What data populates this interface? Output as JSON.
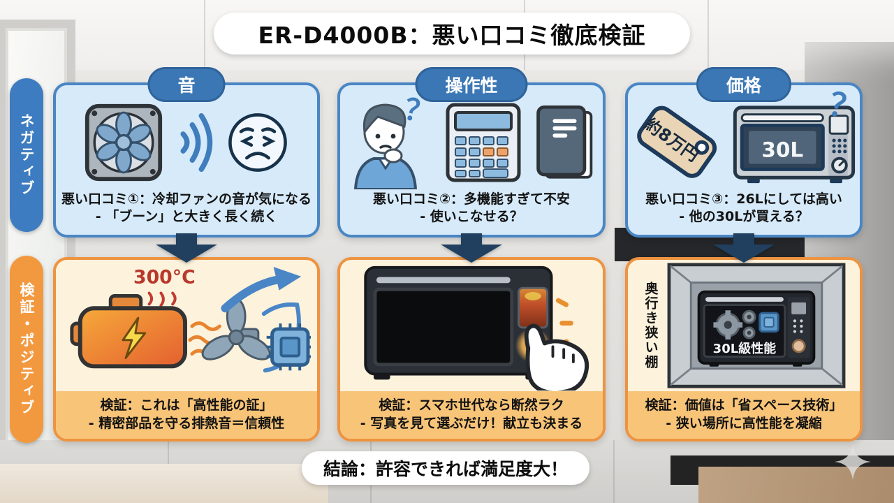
{
  "title": "ER-D4000B：悪い口コミ徹底検証",
  "conclusion": "結論：許容できれば満足度大！",
  "side_labels": {
    "negative": "ネガティブ",
    "positive": "検証・ポジティブ"
  },
  "colors": {
    "accent_blue": "#3b77b5",
    "card_blue_bg": "#d6eaf9",
    "card_blue_border": "#4b86c4",
    "accent_orange": "#ee9340",
    "card_orange_bg": "#fdf2dc",
    "verify_band_orange": "#f8c478",
    "arrow_navy": "#21405f",
    "temperature_red": "#b8392b"
  },
  "columns": [
    {
      "header": "音",
      "complaint": {
        "line1": "悪い口コミ①：冷却ファンの音が気になる",
        "line2": "- 「ブーン」と大きく長く続く"
      },
      "verification": {
        "line1": "検証：これは「高性能の証」",
        "line2": "- 精密部品を守る排熱音＝信頼性"
      },
      "labels": {
        "temperature": "300°C"
      }
    },
    {
      "header": "操作性",
      "complaint": {
        "line1": "悪い口コミ②：多機能すぎて不安",
        "line2": "- 使いこなせる？"
      },
      "verification": {
        "line1": "検証：スマホ世代なら断然ラク",
        "line2": "- 写真を見て選ぶだけ！献立も決まる"
      },
      "labels": {
        "question": "？"
      }
    },
    {
      "header": "価格",
      "complaint": {
        "line1": "悪い口コミ③：26Lにしては高い",
        "line2": "- 他の30Lが買える？"
      },
      "verification": {
        "line1": "検証：価値は「省スペース技術」",
        "line2": "- 狭い場所に高性能を凝縮"
      },
      "labels": {
        "question": "？",
        "price_tag": "約8万円",
        "capacity": "30L",
        "shelf": "奥行き狭い棚",
        "performance": "30L級性能"
      }
    }
  ]
}
